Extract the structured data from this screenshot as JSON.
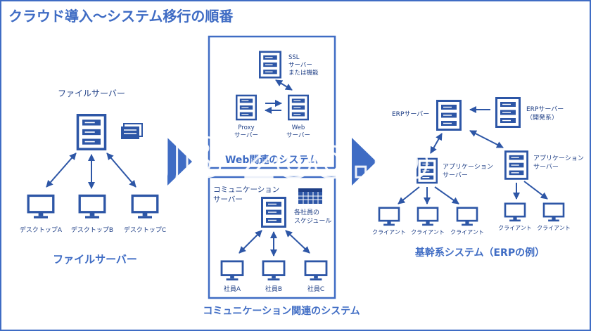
{
  "title": "クラウド導入～システム移行の順番",
  "colors": {
    "accent": "#3f6cc4",
    "dark": "#2d56a6",
    "light": "#ffffff"
  },
  "left": {
    "top_label": "ファイルサーバー",
    "caption": "ファイルサーバー",
    "desktops": [
      "デスクトップA",
      "デスクトップB",
      "デスクトップC"
    ]
  },
  "web_box": {
    "ssl": [
      "SSL",
      "サーバー",
      "または機能"
    ],
    "proxy": [
      "Proxy",
      "サーバー"
    ],
    "web": [
      "Web",
      "サーバー"
    ],
    "caption": "Web関連のシステム"
  },
  "comm_box": {
    "server": [
      "コミュニケーション",
      "サーバー"
    ],
    "schedule": [
      "各社員の",
      "スケジュール"
    ],
    "employees": [
      "社員A",
      "社員B",
      "社員C"
    ],
    "caption": "コミュニケーション関連のシステム"
  },
  "right": {
    "erp": "ERPサーバー",
    "erp_dev": [
      "ERPサーバー",
      "（開発系）"
    ],
    "app_left": [
      "アプリケーション",
      "サーバー"
    ],
    "app_right": [
      "アプリケーション",
      "サーバー"
    ],
    "clients": [
      "クライアント",
      "クライアント",
      "クライアント",
      "クライアント",
      "クライアント"
    ],
    "caption": "基幹系システム（ERPの例）"
  },
  "watermark": "JB zoo.jp"
}
